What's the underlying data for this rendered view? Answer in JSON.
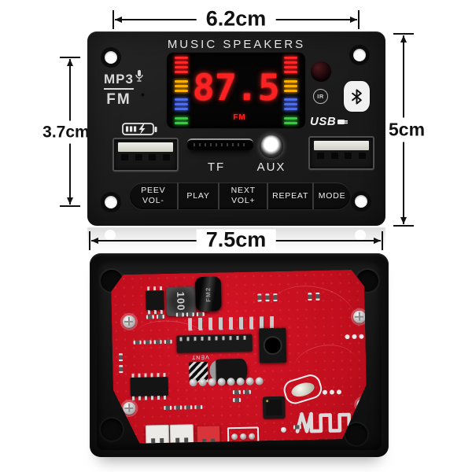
{
  "dimensions": {
    "width_top": "6.2cm",
    "height_left": "3.7cm",
    "height_right": "5cm",
    "width_bottom": "7.5cm"
  },
  "front_panel": {
    "title": "MUSIC SPEAKERS",
    "mode_labels": {
      "top": "MP3",
      "bottom": "FM"
    },
    "display": {
      "frequency": "87.5",
      "band": "FM"
    },
    "ir_label": "IR",
    "usb_label": "USB",
    "tf_label": "TF",
    "aux_label": "AUX",
    "buttons": [
      {
        "line1": "PEEV",
        "line2": "VOL-"
      },
      {
        "line1": "PLAY",
        "line2": ""
      },
      {
        "line1": "NEXT",
        "line2": "VOL+"
      },
      {
        "line1": "REPEAT",
        "line2": ""
      },
      {
        "line1": "MODE",
        "line2": ""
      }
    ]
  },
  "pcb_markings": {
    "inductor": "100",
    "capacitor": "FM2",
    "vent": "VENT"
  },
  "colors": {
    "panel_black": "#1d1d1d",
    "frame_black": "#131313",
    "pcb_red": "#c10e1d",
    "digit_red": "#ff2020",
    "bar_red": "#ff2a2a",
    "bar_yellow": "#ffb000",
    "bar_blue": "#4a6cff",
    "bar_green": "#2fd03a"
  }
}
